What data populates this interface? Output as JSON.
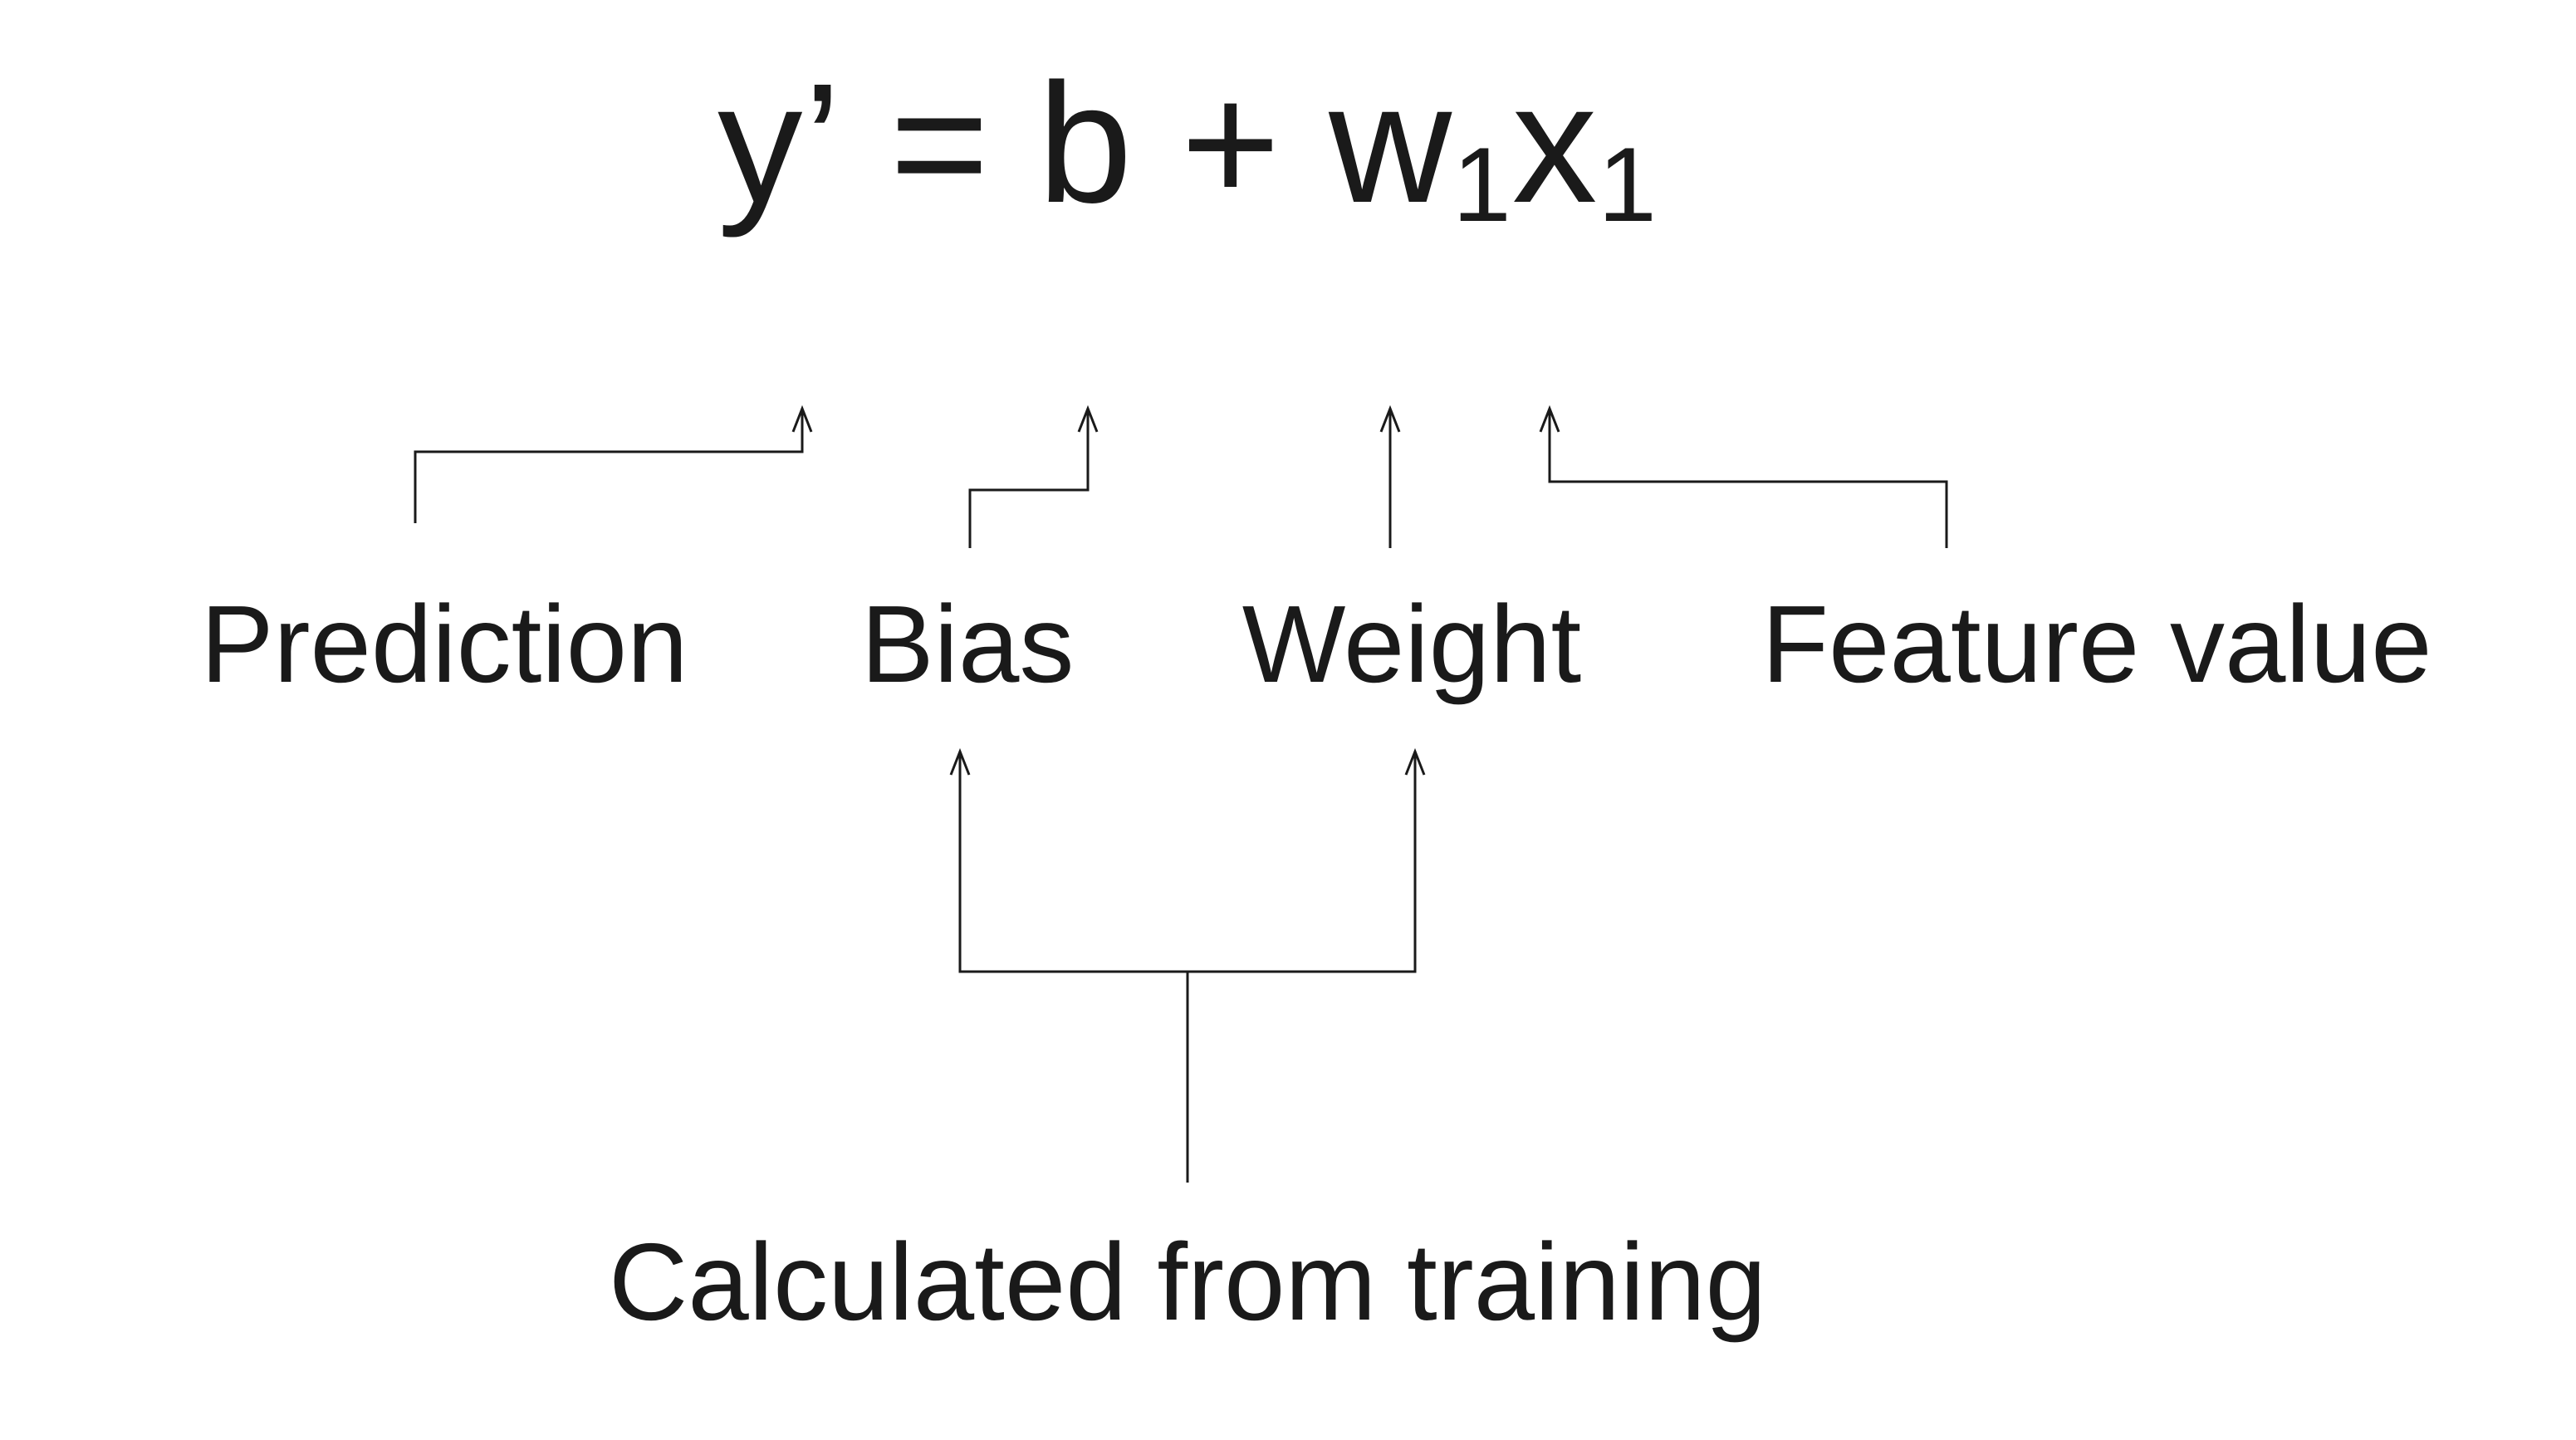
{
  "diagram": {
    "title_semantic": "Linear regression equation annotated with component names",
    "equation": {
      "prediction_symbol": "y’",
      "equals_sign": "=",
      "bias_symbol": "b",
      "plus_sign": "+",
      "weight_base": "w",
      "weight_subscript": "1",
      "feature_base": "x",
      "feature_subscript": "1"
    },
    "labels": {
      "prediction": "Prediction",
      "bias": "Bias",
      "weight": "Weight",
      "feature_value": "Feature value",
      "training": "Calculated from training"
    },
    "colors": {
      "text": "#1a1a1a",
      "line": "#1a1a1a",
      "background": "#ffffff"
    }
  }
}
